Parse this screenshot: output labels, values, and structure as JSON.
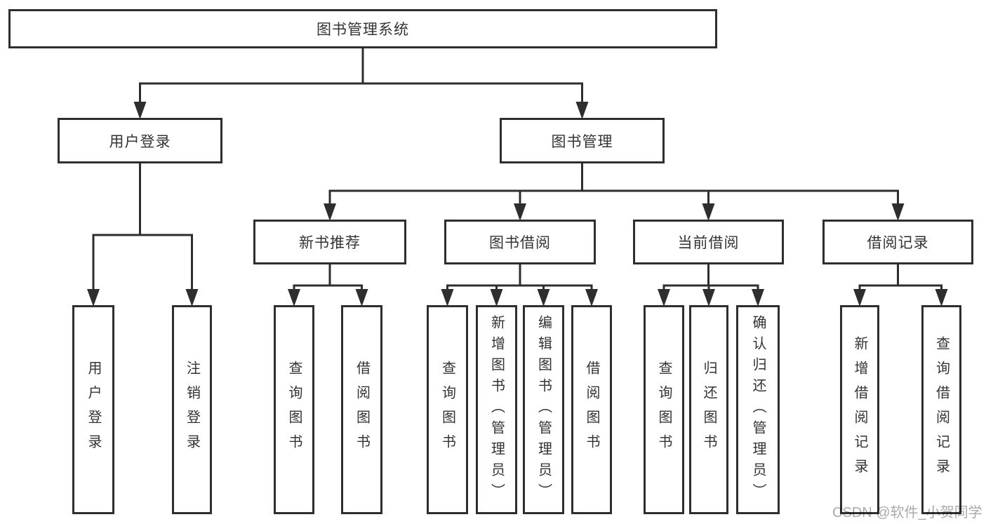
{
  "diagram": {
    "root": {
      "label": "图书管理系统"
    },
    "level2": {
      "user_login": {
        "label": "用户登录"
      },
      "book_mgmt": {
        "label": "图书管理"
      }
    },
    "level3": {
      "new_books": {
        "label": "新书推荐"
      },
      "book_borrow": {
        "label": "图书借阅"
      },
      "current_borrow": {
        "label": "当前借阅"
      },
      "borrow_records": {
        "label": "借阅记录"
      }
    },
    "leaves": {
      "user_login_1": {
        "label": "用户登录"
      },
      "user_login_2": {
        "label": "注销登录"
      },
      "new_books_1": {
        "label": "查询图书"
      },
      "new_books_2": {
        "label": "借阅图书"
      },
      "book_borrow_1": {
        "label": "查询图书"
      },
      "book_borrow_2": {
        "label": "新增图书（管理员）"
      },
      "book_borrow_3": {
        "label": "编辑图书（管理员）"
      },
      "book_borrow_4": {
        "label": "借阅图书"
      },
      "current_borrow_1": {
        "label": "查询图书"
      },
      "current_borrow_2": {
        "label": "归还图书"
      },
      "current_borrow_3": {
        "label": "确认归还（管理员）"
      },
      "borrow_records_1": {
        "label": "新增借阅记录"
      },
      "borrow_records_2": {
        "label": "查询借阅记录"
      }
    }
  },
  "watermark": {
    "text": "CSDN @软件_小贺同学"
  },
  "colors": {
    "line": "#2e2e2e",
    "text": "#333333",
    "watermark": "#aaaaaa",
    "background": "#ffffff"
  }
}
